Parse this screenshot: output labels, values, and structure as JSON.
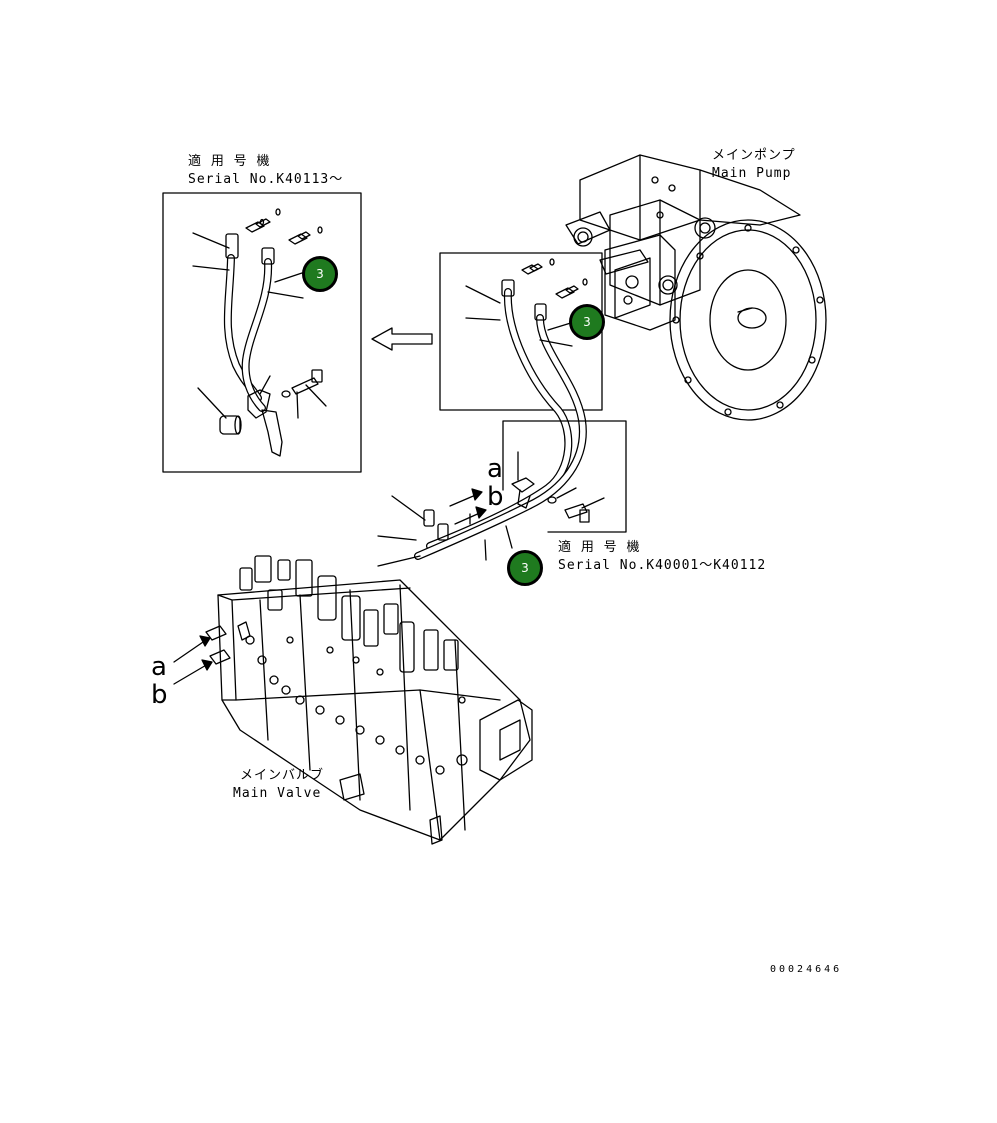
{
  "serial_top": {
    "jp": "適 用 号 機",
    "en": "Serial No.K40113～"
  },
  "serial_bottom": {
    "jp": "適 用 号 機",
    "en": "Serial No.K40001～K40112"
  },
  "main_pump": {
    "jp": "メインポンプ",
    "en": "Main Pump"
  },
  "main_valve": {
    "jp": "メインバルブ",
    "en": "Main Valve"
  },
  "callouts": [
    "3",
    "3",
    "3"
  ],
  "port_letters": {
    "a": "a",
    "b": "b"
  },
  "document_number": "00024646",
  "colors": {
    "callout_fill": "#1f7a1f",
    "line": "#000000"
  }
}
